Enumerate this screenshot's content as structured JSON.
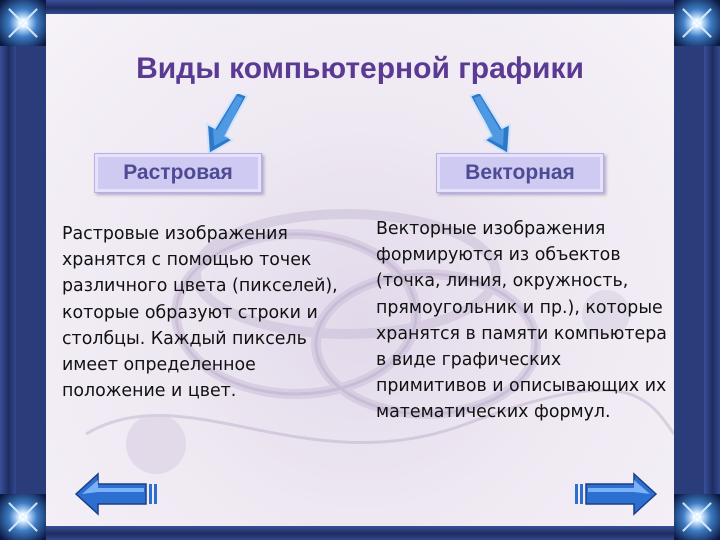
{
  "slide": {
    "title": "Виды компьютерной графики",
    "raster": {
      "label": "Растровая",
      "description": "Растровые изображения хранятся с помощью точек различного цвета (пикселей), которые образуют строки и столбцы. Каждый пиксель имеет определенное положение и цвет."
    },
    "vector": {
      "label": "Векторная",
      "description": "Векторные изображения формируются из объектов (точка, линия, окружность, прямоугольник и пр.), которые хранятся в памяти компьютера в виде графических примитивов и описывающих их математических формул."
    }
  },
  "navigation": {
    "back_icon": "arrow-left-icon",
    "forward_icon": "arrow-right-icon"
  },
  "colors": {
    "title": "#5b3a93",
    "label_text": "#4e4a94",
    "label_bg": "#cfcaf2",
    "arrow": "#2e78c8",
    "frame": "#2a3c7a"
  }
}
